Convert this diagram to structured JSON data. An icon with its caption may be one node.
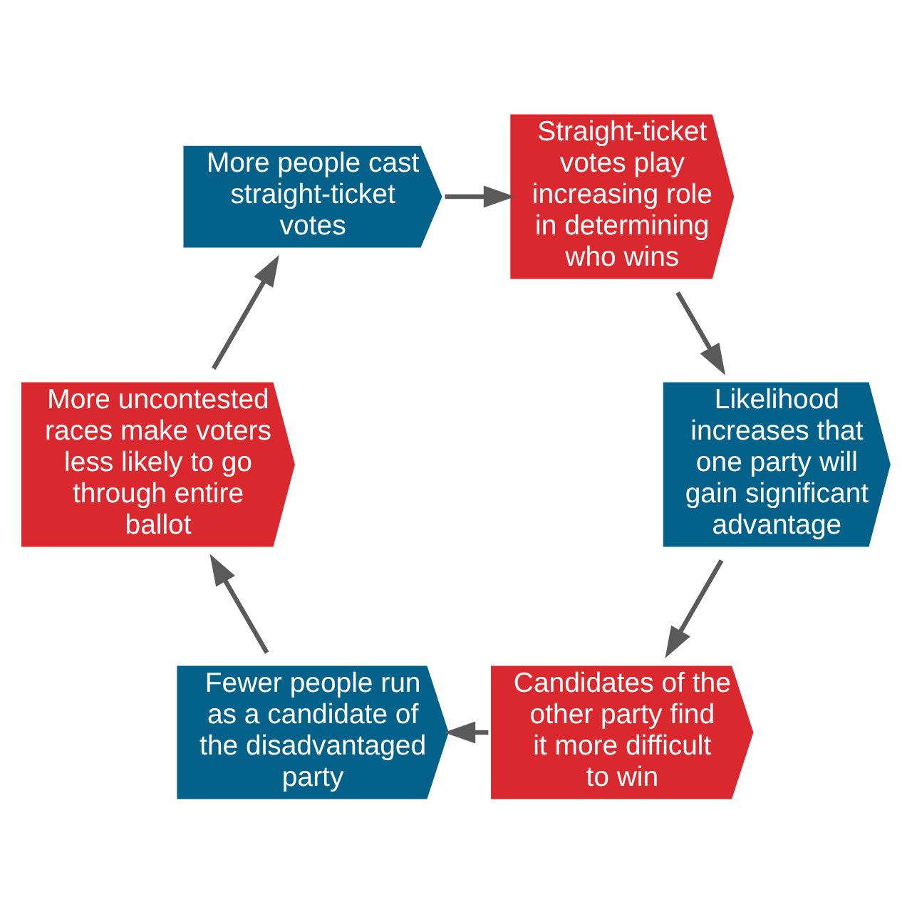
{
  "diagram": {
    "nodes": [
      {
        "text": [
          "More people cast straight-ticket votes"
        ]
      },
      {
        "text": [
          "Straight-ticket votes play increasing role in determining who wins"
        ]
      },
      {
        "text": [
          "Likelihood increases that one party will gain significant advantage"
        ]
      },
      {
        "text": [
          "Candidates of the other party find it more difficult to win"
        ]
      },
      {
        "text": [
          "Fewer people run as a candidate of the disadvantaged party"
        ]
      },
      {
        "text": [
          "More uncontested races make voters less likely to go through entire ballot"
        ]
      }
    ],
    "edges": [
      {
        "from": 0,
        "to": 1,
        "arrow": "to"
      },
      {
        "from": 1,
        "to": 2,
        "arrow": "to"
      },
      {
        "from": 2,
        "to": 3,
        "arrow": "to"
      },
      {
        "from": 3,
        "to": 4,
        "arrow": "to"
      },
      {
        "from": 4,
        "to": 5,
        "arrow": "to"
      },
      {
        "from": 5,
        "to": 0,
        "arrow": "to"
      }
    ]
  }
}
